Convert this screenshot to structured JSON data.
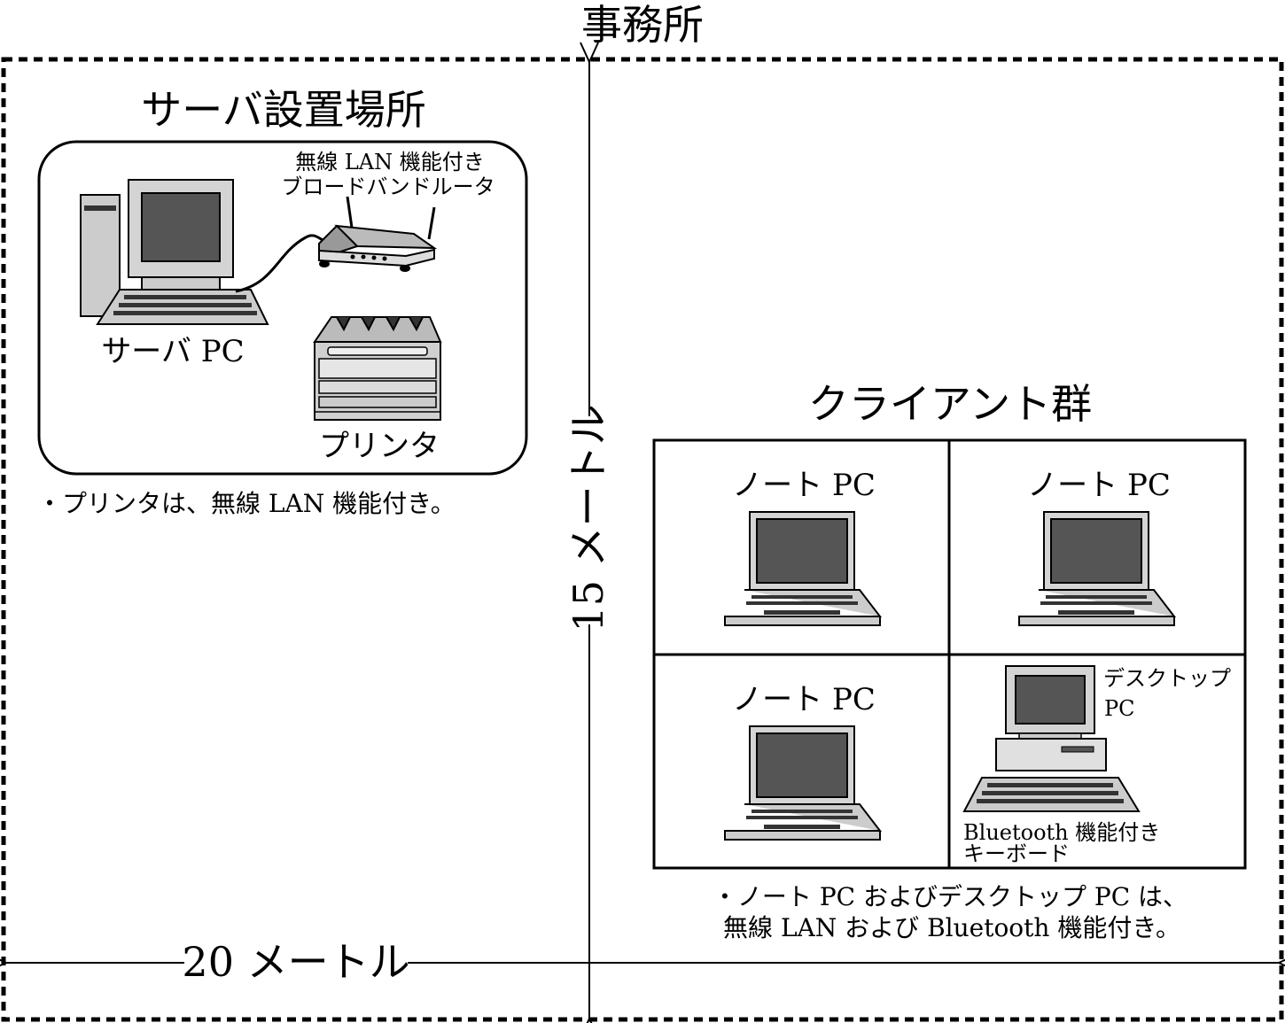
{
  "title": "事務所",
  "server_area": {
    "title": "サーバ設置場所",
    "router_label_line1": "無線 LAN 機能付き",
    "router_label_line2": "ブロードバンドルータ",
    "server_pc_label": "サーバ PC",
    "printer_label": "プリンタ",
    "note": "・プリンタは、無線 LAN 機能付き。"
  },
  "client_area": {
    "title": "クライアント群",
    "cells": [
      {
        "label": "ノート PC"
      },
      {
        "label": "ノート PC"
      },
      {
        "label": "ノート PC"
      }
    ],
    "desktop_label_line1": "デスクトップ",
    "desktop_label_line2": "PC",
    "keyboard_label_line1": "Bluetooth 機能付き",
    "keyboard_label_line2": "キーボード",
    "note_line1": "・ノート PC およびデスクトップ PC は、",
    "note_line2": "無線 LAN および Bluetooth 機能付き。"
  },
  "dimensions": {
    "width_label": "20 メートル",
    "height_label": "15 メートル"
  },
  "colors": {
    "screen": "#555555",
    "body_gray": "#cccccc",
    "light_gray": "#e0e0e0",
    "line": "#000000"
  }
}
